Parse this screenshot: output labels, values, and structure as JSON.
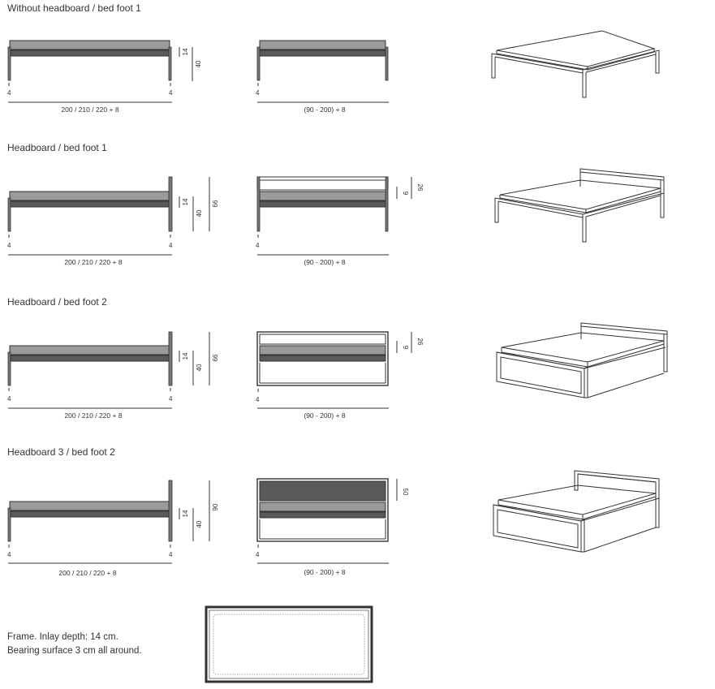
{
  "sections": [
    {
      "title": "Without headboard / bed foot 1",
      "side_width": "200 / 210 / 220 + 8",
      "front_width": "(90 - 200) + 8",
      "leg_left": "4",
      "leg_right": "4",
      "leg_front": "4",
      "dim_frame": "14",
      "dim_height": "40"
    },
    {
      "title": "Headboard / bed foot 1",
      "side_width": "200 / 210 / 220 + 8",
      "front_width": "(90 - 200) + 8",
      "leg_left": "4",
      "leg_right": "4",
      "leg_front": "4",
      "dim_frame": "14",
      "dim_height": "40",
      "dim_total": "66",
      "dim_head_small": "9",
      "dim_head_big": "26"
    },
    {
      "title": "Headboard / bed foot 2",
      "side_width": "200 / 210 / 220 + 8",
      "front_width": "(90 - 200) + 8",
      "leg_left": "4",
      "leg_right": "4",
      "leg_front": "4",
      "dim_frame": "14",
      "dim_height": "40",
      "dim_total": "66",
      "dim_head_small": "9",
      "dim_head_big": "26"
    },
    {
      "title": "Headboard 3 / bed foot 2",
      "side_width": "200 / 210 / 220 + 8",
      "front_width": "(90 - 200) + 8",
      "leg_left": "4",
      "leg_right": "4",
      "leg_front": "4",
      "dim_frame": "14",
      "dim_height": "40",
      "dim_total": "90",
      "dim_head": "50"
    }
  ],
  "note": {
    "line1": "Frame. Inlay depth: 14 cm.",
    "line2": "Bearing surface 3 cm all around."
  },
  "colors": {
    "line": "#333333",
    "mattress": "#9a9a9a",
    "frame_bar": "#5a5a5a",
    "headboard3_panel": "#5a5a5a"
  }
}
